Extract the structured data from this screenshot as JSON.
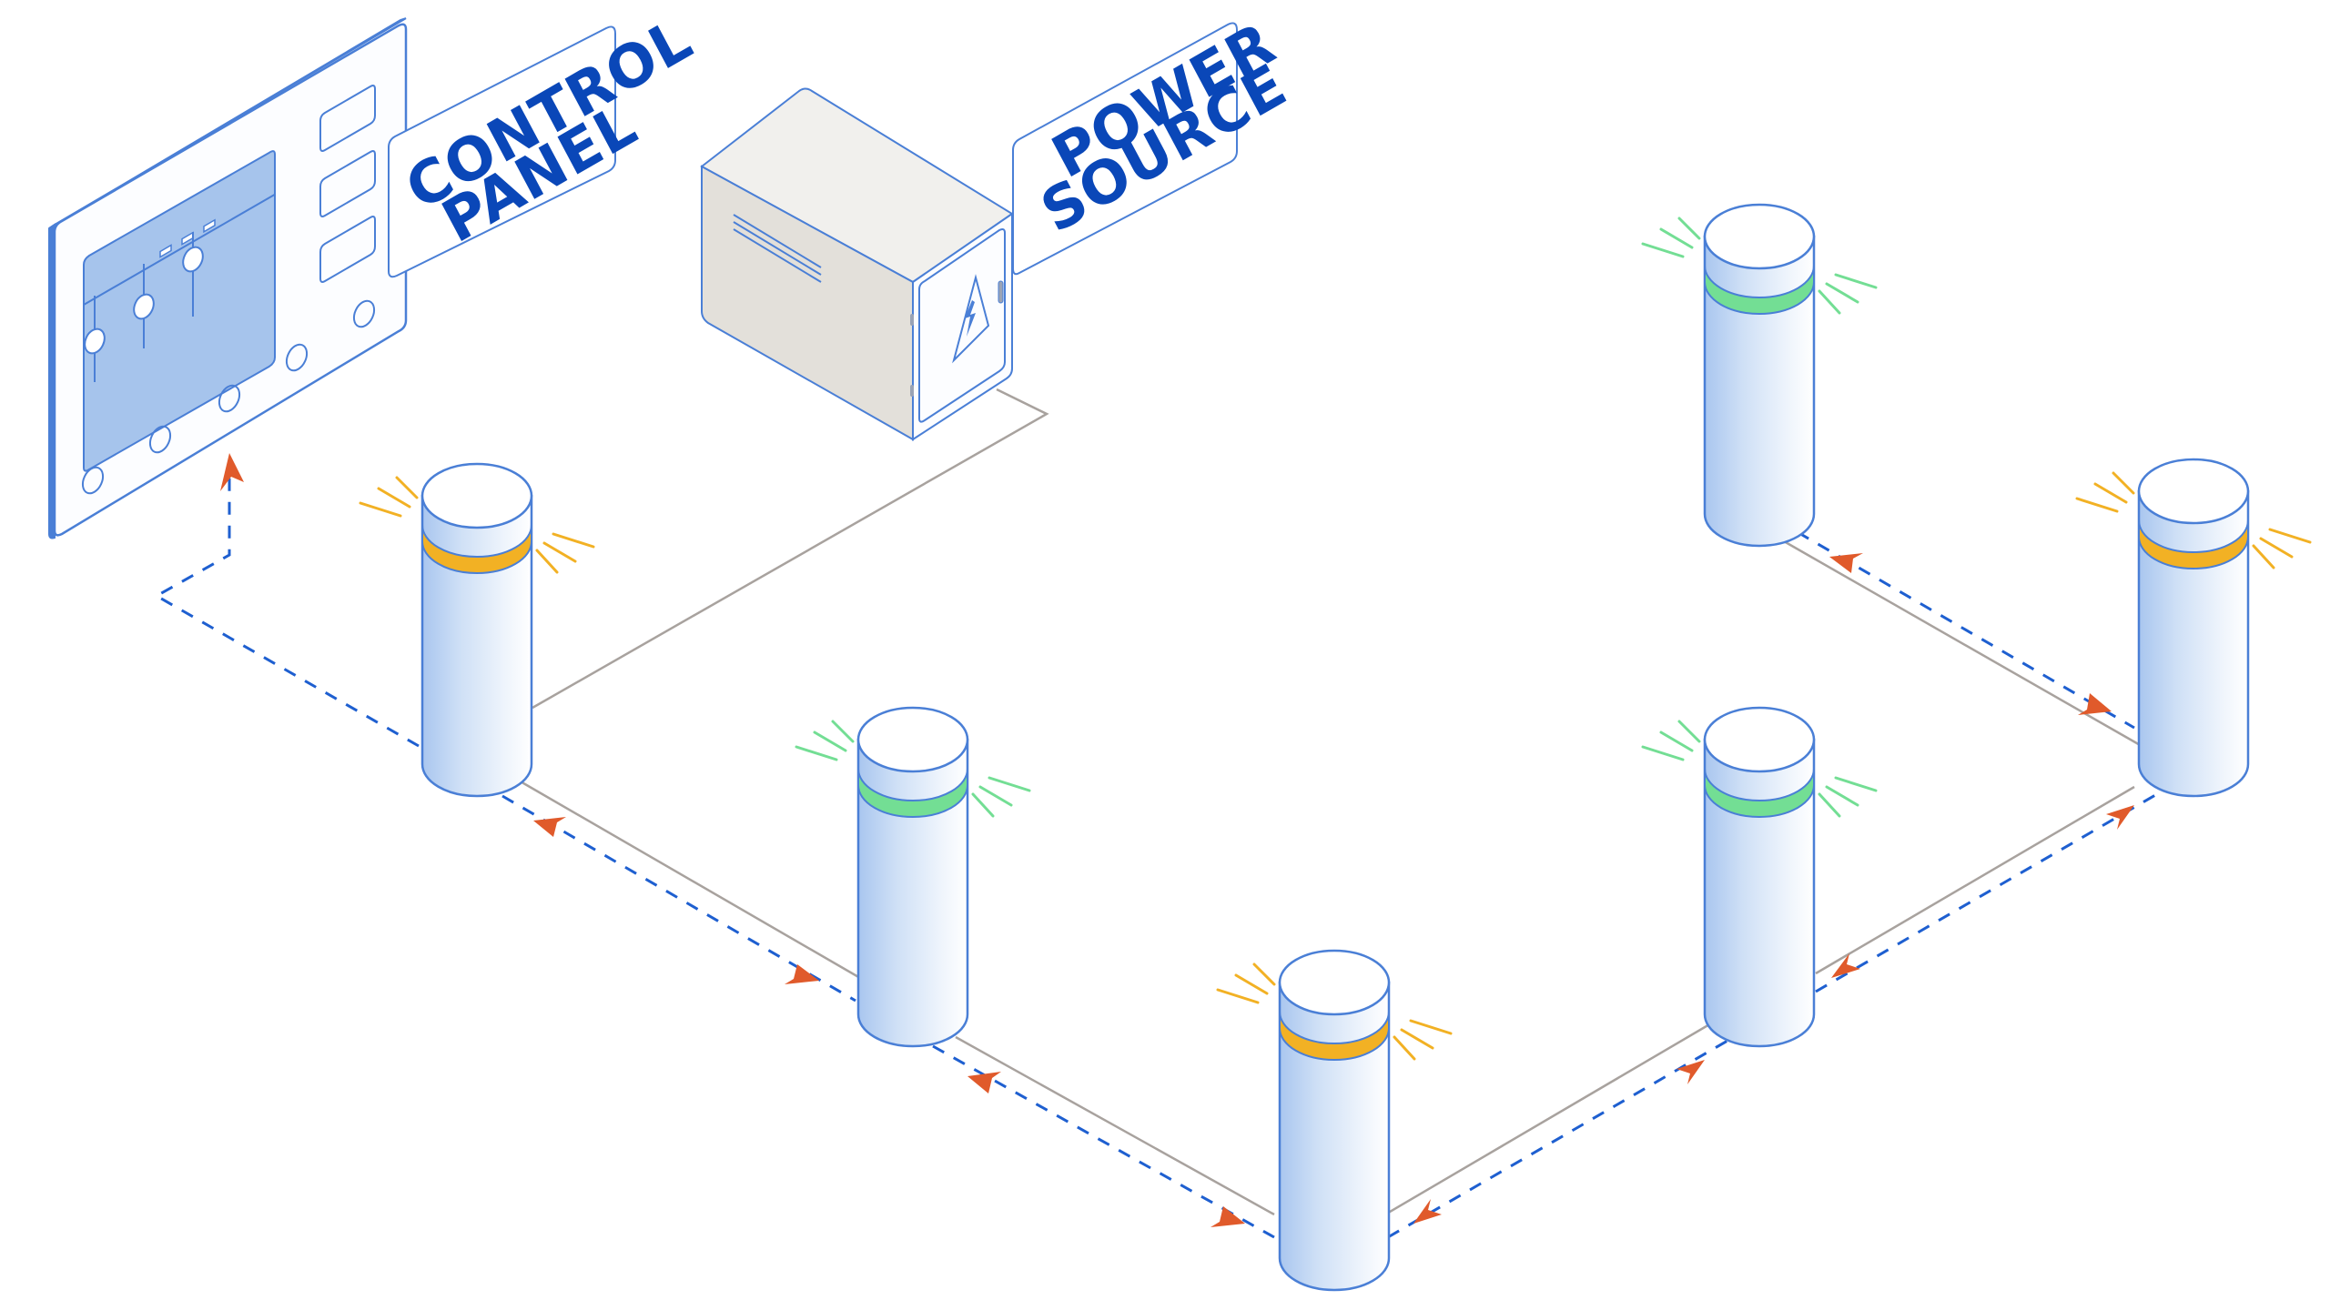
{
  "labels": {
    "control_panel": {
      "line1": "CONTROL",
      "line2": "PANEL"
    },
    "power_source": {
      "line1": "POWER",
      "line2": "SOURCE"
    }
  },
  "colors": {
    "label_text": "#0a47b8",
    "outline": "#4a7fd6",
    "screen_fill": "#a6c4ec",
    "panel_face": "#fcfdff",
    "box_top": "#f1f0ed",
    "box_side": "#e3e0da",
    "cable": "#a8a29e",
    "signal_path": "#1e5fd0",
    "arrow": "#e05a2b",
    "status_ok": "#73de94",
    "status_warn": "#f2b124"
  },
  "bollards": [
    {
      "id": "bollard-1",
      "status": "warning",
      "status_color": "#f2b124"
    },
    {
      "id": "bollard-2",
      "status": "ok",
      "status_color": "#73de94"
    },
    {
      "id": "bollard-3",
      "status": "warning",
      "status_color": "#f2b124"
    },
    {
      "id": "bollard-4",
      "status": "ok",
      "status_color": "#73de94"
    },
    {
      "id": "bollard-5",
      "status": "warning",
      "status_color": "#f2b124"
    },
    {
      "id": "bollard-6",
      "status": "ok",
      "status_color": "#73de94"
    }
  ],
  "control_panel": {
    "sliders": 3,
    "side_buttons": 3,
    "round_buttons": 5,
    "window_buttons": 3
  },
  "power_source": {
    "icon": "high-voltage-warning-icon"
  }
}
